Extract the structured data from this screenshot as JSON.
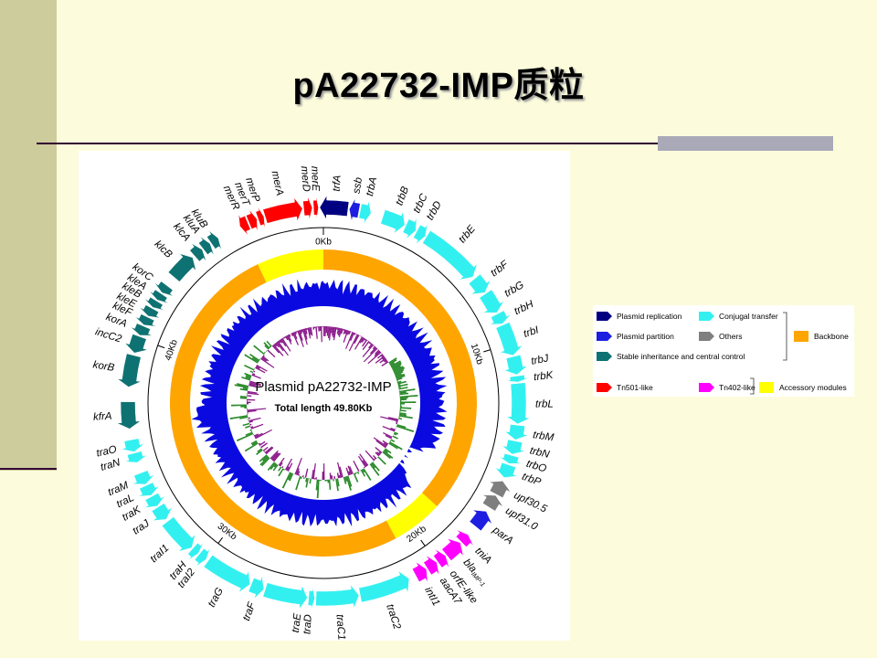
{
  "slide": {
    "title": "pA22732-IMP质粒"
  },
  "map": {
    "center_title": "Plasmid pA22732-IMP",
    "center_subtitle": "Total length 49.80Kb",
    "total_kb": 49.8,
    "kb_marks": [
      {
        "kb": 0,
        "label": "0Kb"
      },
      {
        "kb": 10,
        "label": "10Kb"
      },
      {
        "kb": 20,
        "label": "20Kb"
      },
      {
        "kb": 30,
        "label": "30Kb"
      },
      {
        "kb": 40,
        "label": "40Kb"
      }
    ],
    "backbone_ring": [
      {
        "start": 0,
        "end": 18.3,
        "category": "backbone"
      },
      {
        "start": 18.3,
        "end": 21.0,
        "category": "accessory"
      },
      {
        "start": 21.0,
        "end": 46.3,
        "category": "backbone"
      },
      {
        "start": 46.3,
        "end": 49.8,
        "category": "accessory"
      }
    ],
    "genes": [
      {
        "name": "trfA",
        "start": 49.65,
        "end": 1.0,
        "category": "replication",
        "dir": -1
      },
      {
        "name": "ssb",
        "start": 1.05,
        "end": 1.45,
        "category": "partition",
        "dir": -1
      },
      {
        "name": "trbA",
        "start": 1.5,
        "end": 1.95,
        "category": "conjugal",
        "dir": 1
      },
      {
        "name": "trbB",
        "start": 2.45,
        "end": 3.4,
        "category": "conjugal",
        "dir": 1
      },
      {
        "name": "trbC",
        "start": 3.45,
        "end": 3.9,
        "category": "conjugal",
        "dir": 1
      },
      {
        "name": "trbD",
        "start": 3.95,
        "end": 4.35,
        "category": "conjugal",
        "dir": 1
      },
      {
        "name": "trbE",
        "start": 4.4,
        "end": 6.9,
        "category": "conjugal",
        "dir": 1
      },
      {
        "name": "trbF",
        "start": 7.0,
        "end": 7.7,
        "category": "conjugal",
        "dir": 1
      },
      {
        "name": "trbG",
        "start": 7.75,
        "end": 8.65,
        "category": "conjugal",
        "dir": 1
      },
      {
        "name": "trbH",
        "start": 8.7,
        "end": 9.15,
        "category": "conjugal",
        "dir": 1
      },
      {
        "name": "trbI",
        "start": 9.2,
        "end": 10.5,
        "category": "conjugal",
        "dir": 1
      },
      {
        "name": "trbJ",
        "start": 10.55,
        "end": 11.3,
        "category": "conjugal",
        "dir": 1
      },
      {
        "name": "trbK",
        "start": 11.35,
        "end": 11.6,
        "category": "conjugal",
        "dir": 1
      },
      {
        "name": "trbL",
        "start": 11.65,
        "end": 13.3,
        "category": "conjugal",
        "dir": 1
      },
      {
        "name": "trbM",
        "start": 13.35,
        "end": 13.95,
        "category": "conjugal",
        "dir": 1
      },
      {
        "name": "trbN",
        "start": 14.0,
        "end": 14.55,
        "category": "conjugal",
        "dir": 1
      },
      {
        "name": "trbO",
        "start": 14.6,
        "end": 14.95,
        "category": "conjugal",
        "dir": 1
      },
      {
        "name": "trbP",
        "start": 15.0,
        "end": 15.55,
        "category": "conjugal",
        "dir": 1
      },
      {
        "name": "upf30.5",
        "start": 15.7,
        "end": 16.3,
        "category": "others",
        "dir": -1
      },
      {
        "name": "upf31.0",
        "start": 16.35,
        "end": 16.9,
        "category": "others",
        "dir": -1
      },
      {
        "name": "parA",
        "start": 17.1,
        "end": 17.85,
        "category": "partition",
        "dir": -1
      },
      {
        "name": "tniA",
        "start": 18.3,
        "end": 18.7,
        "category": "tn402",
        "dir": -1
      },
      {
        "name": "bla",
        "start": 18.75,
        "end": 19.5,
        "category": "tn402",
        "dir": -1
      },
      {
        "name": "orfE-like",
        "start": 19.55,
        "end": 19.95,
        "category": "tn402",
        "dir": -1
      },
      {
        "name": "aacA7",
        "start": 20.0,
        "end": 20.45,
        "category": "tn402",
        "dir": -1
      },
      {
        "name": "intI1",
        "start": 20.5,
        "end": 21.0,
        "category": "tn402",
        "dir": -1
      },
      {
        "name": "traC2",
        "start": 21.3,
        "end": 23.4,
        "category": "conjugal",
        "dir": -1
      },
      {
        "name": "traC1",
        "start": 23.45,
        "end": 25.2,
        "category": "conjugal",
        "dir": -1
      },
      {
        "name": "traD",
        "start": 25.25,
        "end": 25.5,
        "category": "conjugal",
        "dir": -1
      },
      {
        "name": "traE",
        "start": 25.55,
        "end": 27.3,
        "category": "conjugal",
        "dir": -1
      },
      {
        "name": "traF",
        "start": 27.35,
        "end": 27.9,
        "category": "conjugal",
        "dir": -1
      },
      {
        "name": "traG",
        "start": 27.95,
        "end": 29.9,
        "category": "conjugal",
        "dir": -1
      },
      {
        "name": "traI2",
        "start": 30.0,
        "end": 30.35,
        "category": "conjugal",
        "dir": -1
      },
      {
        "name": "traH",
        "start": 30.4,
        "end": 30.7,
        "category": "conjugal",
        "dir": -1
      },
      {
        "name": "traI1",
        "start": 30.75,
        "end": 32.2,
        "category": "conjugal",
        "dir": -1
      },
      {
        "name": "traJ",
        "start": 32.3,
        "end": 32.9,
        "category": "conjugal",
        "dir": -1
      },
      {
        "name": "traK",
        "start": 32.95,
        "end": 33.4,
        "category": "conjugal",
        "dir": -1
      },
      {
        "name": "traL",
        "start": 33.45,
        "end": 33.9,
        "category": "conjugal",
        "dir": -1
      },
      {
        "name": "traM",
        "start": 33.95,
        "end": 34.45,
        "category": "conjugal",
        "dir": -1
      },
      {
        "name": "traN",
        "start": 34.9,
        "end": 35.3,
        "category": "conjugal",
        "dir": -1
      },
      {
        "name": "traO",
        "start": 35.35,
        "end": 35.85,
        "category": "conjugal",
        "dir": -1
      },
      {
        "name": "kfrA",
        "start": 36.3,
        "end": 37.4,
        "category": "stable",
        "dir": -1
      },
      {
        "name": "korB",
        "start": 38.0,
        "end": 39.3,
        "category": "stable",
        "dir": -1
      },
      {
        "name": "incC2",
        "start": 39.4,
        "end": 40.1,
        "category": "stable",
        "dir": -1
      },
      {
        "name": "korA",
        "start": 40.15,
        "end": 40.55,
        "category": "stable",
        "dir": -1
      },
      {
        "name": "kleF",
        "start": 40.6,
        "end": 40.95,
        "category": "stable",
        "dir": -1
      },
      {
        "name": "kleE",
        "start": 41.0,
        "end": 41.35,
        "category": "stable",
        "dir": -1
      },
      {
        "name": "kleB",
        "start": 41.4,
        "end": 41.7,
        "category": "stable",
        "dir": -1
      },
      {
        "name": "kleA",
        "start": 41.75,
        "end": 42.05,
        "category": "stable",
        "dir": -1
      },
      {
        "name": "korC",
        "start": 42.1,
        "end": 42.45,
        "category": "stable",
        "dir": -1
      },
      {
        "name": "kleB",
        "start": 42.9,
        "end": 44.0,
        "category": "stable",
        "dir": 1
      },
      {
        "name": "klcA",
        "start": 44.1,
        "end": 44.5,
        "category": "stable",
        "dir": 1
      },
      {
        "name": "kluA",
        "start": 44.55,
        "end": 44.9,
        "category": "stable",
        "dir": 1
      },
      {
        "name": "kluB",
        "start": 44.95,
        "end": 45.3,
        "category": "stable",
        "dir": 1
      },
      {
        "name": "merR",
        "start": 46.3,
        "end": 46.65,
        "category": "tn501",
        "dir": -1
      },
      {
        "name": "merT",
        "start": 46.7,
        "end": 47.05,
        "category": "tn501",
        "dir": 1
      },
      {
        "name": "merP",
        "start": 47.1,
        "end": 47.35,
        "category": "tn501",
        "dir": 1
      },
      {
        "name": "merA",
        "start": 47.4,
        "end": 48.95,
        "category": "tn501",
        "dir": 1
      },
      {
        "name": "merD",
        "start": 49.0,
        "end": 49.35,
        "category": "tn501",
        "dir": 1
      },
      {
        "name": "merE",
        "start": 49.4,
        "end": 49.6,
        "category": "tn501",
        "dir": 1
      }
    ],
    "gene_labels": [
      {
        "text": "trfA",
        "kb": 0.5
      },
      {
        "text": "ssb",
        "kb": 1.25
      },
      {
        "text": "trbA",
        "kb": 1.75
      },
      {
        "text": "trbB",
        "kb": 2.9
      },
      {
        "text": "trbC",
        "kb": 3.6
      },
      {
        "text": "trbD",
        "kb": 4.15
      },
      {
        "text": "trbE",
        "kb": 5.6
      },
      {
        "text": "trbF",
        "kb": 7.3
      },
      {
        "text": "trbG",
        "kb": 8.2
      },
      {
        "text": "trbH",
        "kb": 8.95
      },
      {
        "text": "trbI",
        "kb": 9.85
      },
      {
        "text": "trbJ",
        "kb": 10.9
      },
      {
        "text": "trbK",
        "kb": 11.5
      },
      {
        "text": "trbL",
        "kb": 12.5
      },
      {
        "text": "trbM",
        "kb": 13.65
      },
      {
        "text": "trbN",
        "kb": 14.25
      },
      {
        "text": "trbO",
        "kb": 14.75
      },
      {
        "text": "trbP",
        "kb": 15.25
      },
      {
        "text": "upf30.5",
        "kb": 16.0
      },
      {
        "text": "upf31.0",
        "kb": 16.65
      },
      {
        "text": "parA",
        "kb": 17.5
      },
      {
        "text": "tniA",
        "kb": 18.5
      },
      {
        "text": "bla",
        "kb": 19.1,
        "sub": "IMP-1"
      },
      {
        "text": "orfE-like",
        "kb": 19.75
      },
      {
        "text": "aacA7",
        "kb": 20.2
      },
      {
        "text": "intI1",
        "kb": 20.85
      },
      {
        "text": "traC2",
        "kb": 22.4
      },
      {
        "text": "traC1",
        "kb": 24.3
      },
      {
        "text": "traD",
        "kb": 25.45
      },
      {
        "text": "traE",
        "kb": 25.85
      },
      {
        "text": "traF",
        "kb": 27.6
      },
      {
        "text": "traG",
        "kb": 28.9
      },
      {
        "text": "traI2",
        "kb": 30.15
      },
      {
        "text": "traH",
        "kb": 30.55
      },
      {
        "text": "traI1",
        "kb": 31.45
      },
      {
        "text": "traJ",
        "kb": 32.6
      },
      {
        "text": "traK",
        "kb": 33.2
      },
      {
        "text": "traL",
        "kb": 33.7
      },
      {
        "text": "traM",
        "kb": 34.2
      },
      {
        "text": "traN",
        "kb": 35.1
      },
      {
        "text": "traO",
        "kb": 35.6
      },
      {
        "text": "kfrA",
        "kb": 36.85
      },
      {
        "text": "korB",
        "kb": 38.65
      },
      {
        "text": "incC2",
        "kb": 39.75
      },
      {
        "text": "korA",
        "kb": 40.35
      },
      {
        "text": "kleF",
        "kb": 40.8
      },
      {
        "text": "kleE",
        "kb": 41.15
      },
      {
        "text": "kleB",
        "kb": 41.55
      },
      {
        "text": "kleA",
        "kb": 41.9
      },
      {
        "text": "korC",
        "kb": 42.3
      },
      {
        "text": "klcB",
        "kb": 43.4
      },
      {
        "text": "klcA",
        "kb": 44.3
      },
      {
        "text": "kluA",
        "kb": 44.75
      },
      {
        "text": "kluB",
        "kb": 45.1
      },
      {
        "text": "merR",
        "kb": 46.45
      },
      {
        "text": "merT",
        "kb": 46.85
      },
      {
        "text": "merP",
        "kb": 47.25
      },
      {
        "text": "merA",
        "kb": 48.15
      },
      {
        "text": "merD",
        "kb": 49.15
      },
      {
        "text": "merE",
        "kb": 49.5
      }
    ]
  },
  "legend": {
    "items": [
      {
        "label": "Plasmid replication",
        "color": "#000080",
        "shape": "arrow"
      },
      {
        "label": "Conjugal transfer",
        "color": "#33f0f0",
        "shape": "arrow"
      },
      {
        "label": "Plasmid partition",
        "color": "#1e1ee0",
        "shape": "arrow"
      },
      {
        "label": "Others",
        "color": "#7f7f7f",
        "shape": "arrow"
      },
      {
        "label": "Stable inheritance and central control",
        "color": "#0e7272",
        "shape": "arrow"
      },
      {
        "label": "Backbone",
        "color": "#ffa500",
        "shape": "box"
      },
      {
        "label": "Tn501-like",
        "color": "#ff0000",
        "shape": "arrow"
      },
      {
        "label": "Tn402-like",
        "color": "#ff00ff",
        "shape": "arrow"
      },
      {
        "label": "Accessory modules",
        "color": "#ffff00",
        "shape": "box"
      }
    ]
  },
  "colors": {
    "replication": "#000080",
    "partition": "#1e1ee0",
    "stable": "#0e7272",
    "conjugal": "#33f0f0",
    "others": "#7f7f7f",
    "tn501": "#ff0000",
    "tn402": "#ff00ff",
    "backbone": "#ffa500",
    "accessory": "#ffff00",
    "gc_content": "#0a0ae0",
    "gc_skew_pos": "#2a8a2a",
    "gc_skew_neg": "#8a1a8a"
  }
}
